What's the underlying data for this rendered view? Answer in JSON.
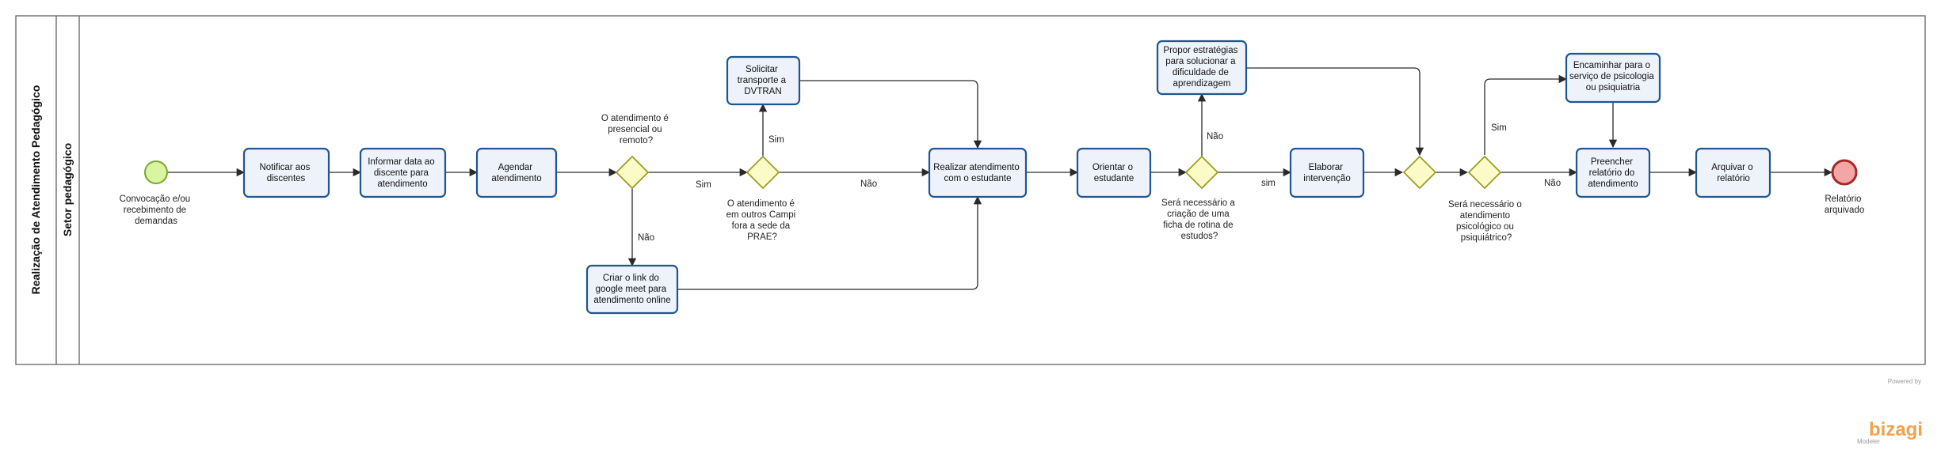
{
  "pool": {
    "title": "Realização de Atendimento Pedagógico"
  },
  "lane": {
    "title": "Setor pedagógico"
  },
  "start_event": {
    "label": [
      "Convocação e/ou",
      "recebimento de",
      "demandas"
    ]
  },
  "end_event": {
    "label": [
      "Relatório",
      "arquivado"
    ]
  },
  "tasks": {
    "notificar": [
      "Notificar aos",
      "discentes"
    ],
    "informar": [
      "Informar data ao",
      "discente para",
      "atendimento"
    ],
    "agendar": [
      "Agendar",
      "atendimento"
    ],
    "criar_link": [
      "Criar o link do",
      "google meet para",
      "atendimento online"
    ],
    "solicitar": [
      "Solicitar",
      "transporte a",
      "DVTRAN"
    ],
    "realizar": [
      "Realizar atendimento",
      "com o estudante"
    ],
    "orientar": [
      "Orientar o",
      "estudante"
    ],
    "propor": [
      "Propor estratégias",
      "para solucionar a",
      "dificuldade de",
      "aprendizagem"
    ],
    "elaborar": [
      "Elaborar",
      "intervenção"
    ],
    "encaminhar": [
      "Encaminhar para o",
      "serviço de psicologia",
      "ou psiquiatria"
    ],
    "preencher": [
      "Preencher",
      "relatório do",
      "atendimento"
    ],
    "arquivar": [
      "Arquivar o",
      "relatório"
    ]
  },
  "gateways": {
    "presencial": [
      "O atendimento é",
      "presencial ou",
      "remoto?"
    ],
    "campi": [
      "O atendimento é",
      "em outros Campi",
      "fora a sede da",
      "PRAE?"
    ],
    "ficha": [
      "Será necessário a",
      "criação de uma",
      "ficha de rotina de",
      "estudos?"
    ],
    "psico": [
      "Será necessário o",
      "atendimento",
      "psicológico ou",
      "psiquiátrico?"
    ]
  },
  "flow_labels": {
    "presencial_sim": "Sim",
    "presencial_nao": "Não",
    "campi_sim": "Sim",
    "campi_nao": "Não",
    "ficha_nao": "Não",
    "ficha_sim": "sim",
    "psico_sim": "Sim",
    "psico_nao": "Não"
  },
  "branding": {
    "powered_by": "Powered by",
    "name": "bizagi",
    "product": "Modeler"
  },
  "colors": {
    "task_fill": "#eef2fb",
    "task_stroke": "#1f5590",
    "gateway_fill": "#fbfbc8",
    "start_fill": "#d9f5a0",
    "end_fill": "#f2a6a6",
    "brand": "#f2a24a"
  }
}
